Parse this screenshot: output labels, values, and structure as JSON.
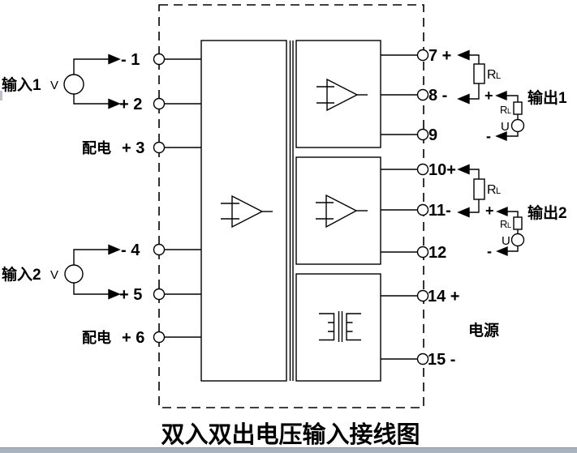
{
  "title": "双入双出电压输入接线图",
  "inputs": [
    {
      "name": "输入1",
      "source": "V",
      "neg": "- 1",
      "pos": "+ 2",
      "aux_label": "配电",
      "aux": "+ 3"
    },
    {
      "name": "输入2",
      "source": "V",
      "neg": "- 4",
      "pos": "+ 5",
      "aux_label": "配电",
      "aux": "+ 6"
    }
  ],
  "outputs": [
    {
      "name": "输出1",
      "pos": "7 +",
      "neg": "8 -",
      "spare": "9",
      "load_r": "R",
      "load_l": "L",
      "meter_plus": "+",
      "meter_minus": "-",
      "meter_u": "U"
    },
    {
      "name": "输出2",
      "pos": "10+",
      "neg": "11-",
      "spare": "12",
      "load_r": "R",
      "load_l": "L",
      "meter_plus": "+",
      "meter_minus": "-",
      "meter_u": "U"
    }
  ],
  "power": {
    "name": "电源",
    "pos": "14 +",
    "neg": "15 -"
  },
  "colors": {
    "line": "#000000",
    "background": "#ffffff",
    "footer_bar": "#a9b3bd"
  }
}
